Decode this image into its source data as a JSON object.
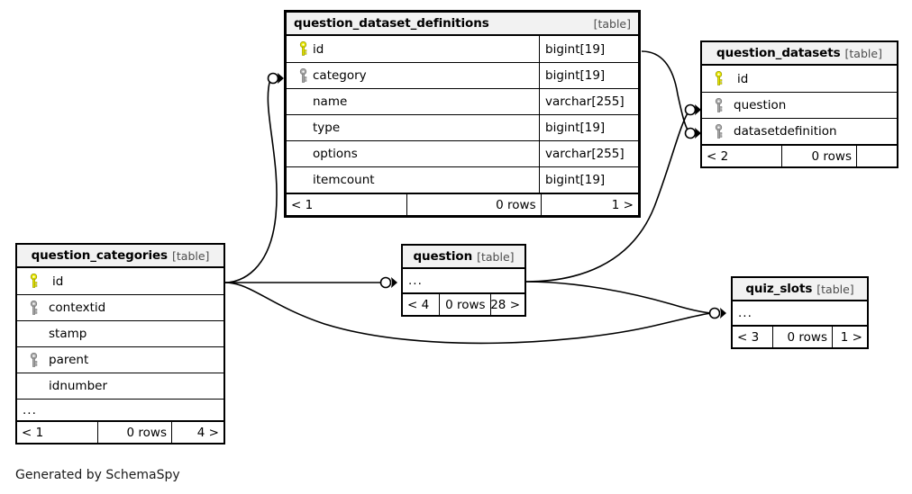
{
  "diagram": {
    "generator_note": "Generated by SchemaSpy",
    "kind_label": "[table]",
    "ellipsis": "...",
    "rows_suffix": "0 rows"
  },
  "tables": {
    "question_dataset_definitions": {
      "name": "question_dataset_definitions",
      "kind": "[table]",
      "columns": [
        {
          "key": "primary",
          "name": "id",
          "type": "bigint[19]"
        },
        {
          "key": "foreign",
          "name": "category",
          "type": "bigint[19]"
        },
        {
          "key": "none",
          "name": "name",
          "type": "varchar[255]"
        },
        {
          "key": "none",
          "name": "type",
          "type": "bigint[19]"
        },
        {
          "key": "none",
          "name": "options",
          "type": "varchar[255]"
        },
        {
          "key": "none",
          "name": "itemcount",
          "type": "bigint[19]"
        }
      ],
      "footer": {
        "left": "< 1",
        "center": "0 rows",
        "right": "1 >"
      }
    },
    "question_datasets": {
      "name": "question_datasets",
      "kind": "[table]",
      "columns": [
        {
          "key": "primary",
          "name": "id"
        },
        {
          "key": "foreign",
          "name": "question"
        },
        {
          "key": "foreign",
          "name": "datasetdefinition"
        }
      ],
      "footer": {
        "left": "< 2",
        "center": "0 rows",
        "right": ""
      }
    },
    "question_categories": {
      "name": "question_categories",
      "kind": "[table]",
      "columns": [
        {
          "key": "primary",
          "name": "id"
        },
        {
          "key": "foreign",
          "name": "contextid"
        },
        {
          "key": "none",
          "name": "stamp"
        },
        {
          "key": "foreign",
          "name": "parent"
        },
        {
          "key": "none",
          "name": "idnumber"
        }
      ],
      "more": "...",
      "footer": {
        "left": "< 1",
        "center": "0 rows",
        "right": "4 >"
      }
    },
    "question": {
      "name": "question",
      "kind": "[table]",
      "more": "...",
      "footer": {
        "left": "< 4",
        "center": "0 rows",
        "right": "28 >"
      }
    },
    "quiz_slots": {
      "name": "quiz_slots",
      "kind": "[table]",
      "more": "...",
      "footer": {
        "left": "< 3",
        "center": "0 rows",
        "right": "1 >"
      }
    }
  },
  "relationships": [
    {
      "from": "question_categories.id",
      "to": "question_dataset_definitions.category"
    },
    {
      "from": "question_dataset_definitions.id",
      "to": "question_datasets.datasetdefinition"
    },
    {
      "from": "question.id",
      "to": "question_datasets.question"
    },
    {
      "from": "question_categories.id",
      "to": "question.category"
    },
    {
      "from": "question_categories.id",
      "to": "quiz_slots.ref"
    },
    {
      "from": "question.id",
      "to": "quiz_slots.questionid"
    }
  ],
  "colors": {
    "primary_key": "#e8e800",
    "foreign_key": "#a9a9a9",
    "header_bg": "#f2f2f2",
    "line": "#000000",
    "background": "#ffffff"
  }
}
